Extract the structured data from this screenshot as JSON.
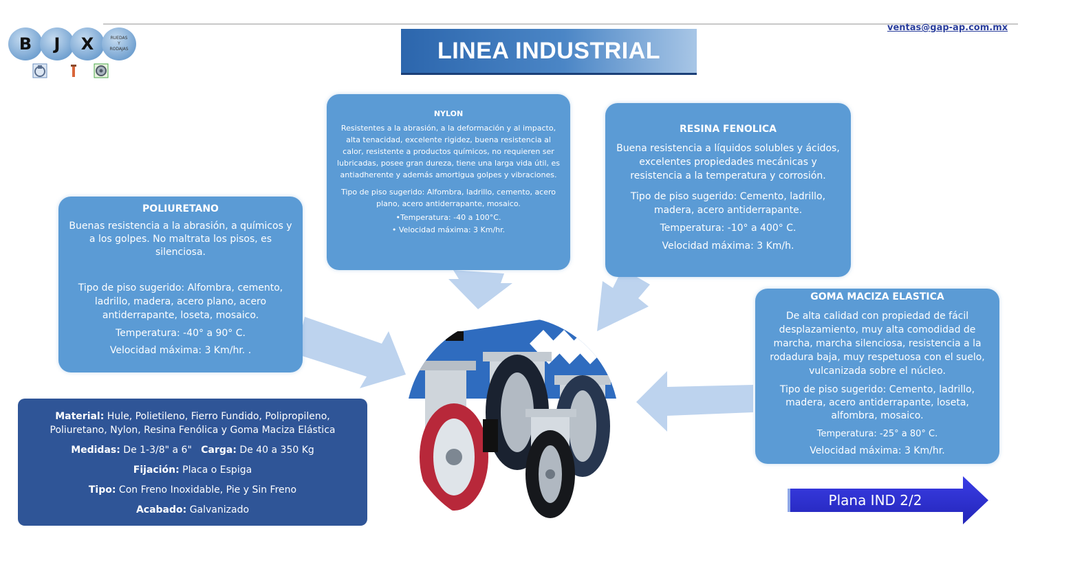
{
  "header": {
    "email": "ventas@gap-ap.com.mx",
    "title": "LINEA INDUSTRIAL"
  },
  "logo": {
    "letters": [
      "B",
      "J",
      "X"
    ],
    "sub_lines": [
      "RUEDAS",
      "Y",
      "RODAJAS"
    ]
  },
  "cards": {
    "poliuretano": {
      "title": "POLIURETANO",
      "desc": "Buenas resistencia a la abrasión, a químicos y a los golpes. No maltrata los pisos, es silenciosa.",
      "floor": "Tipo de piso sugerido: Alfombra, cemento, ladrillo, madera, acero plano, acero antiderrapante, loseta, mosaico.",
      "temp": "Temperatura: -40° a 90° C.",
      "speed": "Velocidad máxima: 3 Km/hr. ."
    },
    "nylon": {
      "title": "NYLON",
      "desc": "Resistentes a la abrasión, a la deformación y al impacto, alta tenacidad, excelente rigidez, buena resistencia al calor, resistente a productos químicos, no requieren ser lubricadas, posee gran dureza, tiene una larga vida útil, es antiadherente y además amortigua golpes y vibraciones.",
      "floor": "Tipo de piso sugerido: Alfombra, ladrillo, cemento, acero plano, acero antiderrapante, mosaico.",
      "temp": "•Temperatura: -40 a 100°C.",
      "speed": "•  Velocidad máxima: 3 Km/hr."
    },
    "resina": {
      "title": "RESINA FENOLICA",
      "desc": "Buena resistencia a líquidos solubles y ácidos, excelentes propiedades mecánicas y resistencia a la temperatura y corrosión.",
      "floor": "Tipo de piso sugerido: Cemento, ladrillo, madera, acero antiderrapante.",
      "temp": "Temperatura: -10° a 400° C.",
      "speed": "Velocidad máxima: 3 Km/h."
    },
    "goma": {
      "title": "GOMA MACIZA ELASTICA",
      "desc": "De alta calidad con propiedad de fácil desplazamiento, muy alta comodidad de marcha, marcha silenciosa, resistencia a la rodadura baja, muy respetuosa con el suelo, vulcanizada sobre el núcleo.",
      "floor": "Tipo de piso sugerido: Cemento, ladrillo, madera,  acero antiderrapante, loseta, alfombra, mosaico.",
      "temp": "Temperatura: -25° a 80° C.",
      "speed": "Velocidad máxima: 3 Km/hr."
    }
  },
  "specs": {
    "material_label": "Material:",
    "material_value": "Hule, Polietileno, Fierro Fundido, Polipropileno, Poliuretano, Nylon, Resina Fenólica y Goma Maciza Elástica",
    "medidas_label": "Medidas:",
    "medidas_value": "De 1-3/8\" a 6\"",
    "carga_label": "Carga:",
    "carga_value": "De 40 a 350 Kg",
    "fijacion_label": "Fijación:",
    "fijacion_value": "Placa o Espiga",
    "tipo_label": "Tipo:",
    "tipo_value": "Con Freno Inoxidable, Pie y Sin Freno",
    "acabado_label": "Acabado:",
    "acabado_value": "Galvanizado"
  },
  "nav": {
    "plana_label": "Plana IND 2/2"
  },
  "colors": {
    "card": "#5b9bd5",
    "specs": "#2f5597",
    "arrow": "#bdd3ee",
    "button": "#2d2fd6"
  }
}
